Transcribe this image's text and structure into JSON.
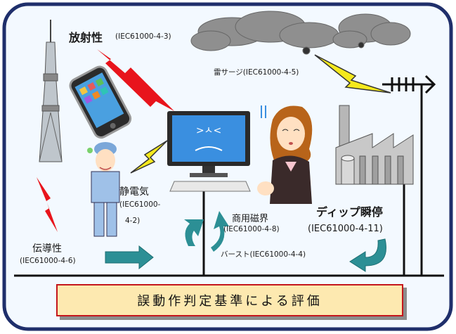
{
  "labels": {
    "radiated": "放射性",
    "radiated_std": "(IEC61000-4-3)",
    "surge": "雷サージ(IEC61000-4-5)",
    "esd": "静電気",
    "esd_std_1": "(IEC61000-",
    "esd_std_2": "4-2)",
    "magnetic": "商用磁界",
    "magnetic_std": "(IEC61000-4-8)",
    "burst": "バースト(IEC61000-4-4)",
    "dip": "ディップ瞬停",
    "dip_std": "(IEC61000-4-11)",
    "conducted": "伝導性",
    "conducted_std": "(IEC61000-4-6)"
  },
  "footer": {
    "title": "誤動作判定基準による評価"
  },
  "colors": {
    "frame_border": "#1f2f6b",
    "frame_fill": "#f3f9ff",
    "lightning_red": "#e8141c",
    "lightning_yellow": "#f5e91d",
    "teal_arrow": "#2c8f95",
    "footer_fill": "#fde9b0",
    "footer_border": "#c4161c"
  },
  "icons": [
    "tv-tower-icon",
    "smartphone-icon",
    "worker-icon",
    "computer-icon",
    "user-woman-icon",
    "storm-cloud-icon",
    "antenna-icon",
    "factory-icon"
  ]
}
